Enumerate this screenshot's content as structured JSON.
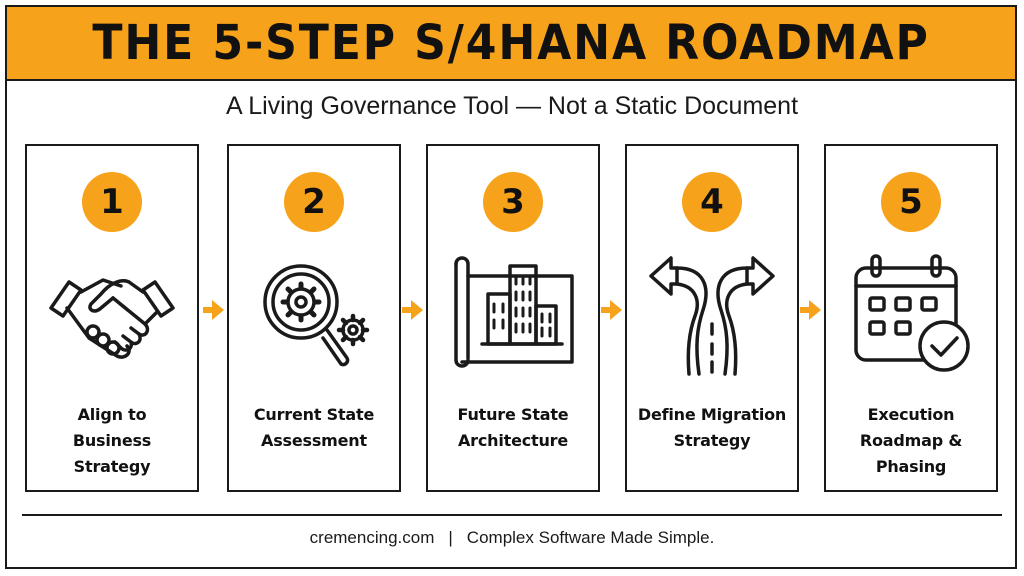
{
  "header": {
    "title": "THE 5-STEP S/4HANA ROADMAP",
    "subtitle": "A Living Governance Tool — Not a Static Document"
  },
  "colors": {
    "accent": "#f7a21b",
    "ink": "#1a1a1a"
  },
  "steps": [
    {
      "number": "1",
      "icon": "handshake-icon",
      "label_lines": [
        "Align to",
        "Business Strategy"
      ]
    },
    {
      "number": "2",
      "icon": "magnifier-gears-icon",
      "label_lines": [
        "Current State",
        "Assessment"
      ]
    },
    {
      "number": "3",
      "icon": "blueprint-buildings-icon",
      "label_lines": [
        "Future State",
        "Architecture"
      ]
    },
    {
      "number": "4",
      "icon": "forking-road-icon",
      "label_lines": [
        "Define Migration",
        "Strategy"
      ]
    },
    {
      "number": "5",
      "icon": "calendar-check-icon",
      "label_lines": [
        "Execution",
        "Roadmap & Phasing"
      ]
    }
  ],
  "footer": {
    "site": "cremencing.com",
    "separator": "|",
    "tagline": "Complex Software Made Simple."
  }
}
